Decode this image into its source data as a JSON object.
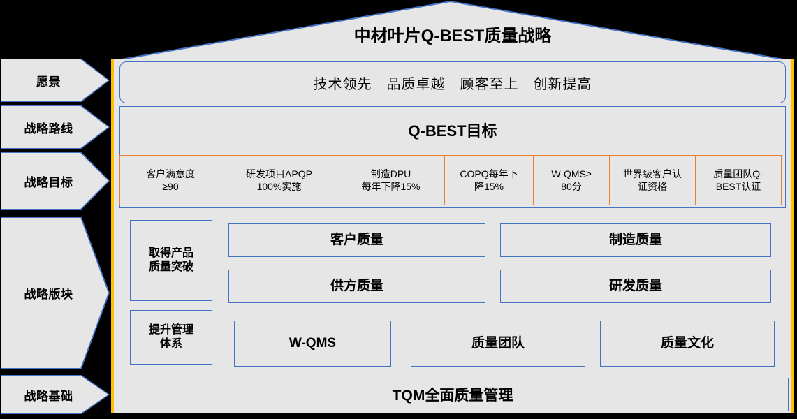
{
  "title": "中材叶片Q-BEST质量战略",
  "colors": {
    "panel_fill": "#E6E6E6",
    "blue_border": "#4472C4",
    "orange_border": "#ED7D31",
    "yellow_pillar": "#FFC000",
    "background": "#000000"
  },
  "rail": {
    "items": [
      {
        "label": "愿景"
      },
      {
        "label": "战略路线"
      },
      {
        "label": "战略目标"
      },
      {
        "label": "战略版块"
      },
      {
        "label": "战略基础"
      }
    ]
  },
  "vision": {
    "text": "技术领先　品质卓越　顾客至上　创新提高"
  },
  "goals": {
    "title": "Q-BEST目标",
    "cells": [
      {
        "label": "客户满意度\n≥90",
        "line1": "客户满意度",
        "line2": "≥90",
        "width": 146
      },
      {
        "label": "研发项目APQP 100%实施",
        "line1": "研发项目APQP",
        "line2": "100%实施",
        "width": 167
      },
      {
        "label": "制造DPU 每年下降15%",
        "line1": "制造DPU",
        "line2": "每年下降15%",
        "width": 155
      },
      {
        "label": "COPQ每年下降15%",
        "line1": "COPQ每年下",
        "line2": "降15%",
        "width": 128
      },
      {
        "label": "W-QMS≥80分",
        "line1": "W-QMS≥",
        "line2": "80分",
        "width": 110
      },
      {
        "label": "世界级客户认证资格",
        "line1": "世界级客户认",
        "line2": "证资格",
        "width": 124
      },
      {
        "label": "质量团队Q-BEST认证",
        "line1": "质量团队Q-",
        "line2": "BEST认证",
        "width": 124
      }
    ]
  },
  "blocks": {
    "row_top": {
      "side_label_line1": "取得产品",
      "side_label_line2": "质量突破",
      "cells": [
        {
          "label": "客户质量"
        },
        {
          "label": "制造质量"
        },
        {
          "label": "供方质量"
        },
        {
          "label": "研发质量"
        }
      ]
    },
    "row_bottom": {
      "side_label_line1": "提升管理",
      "side_label_line2": "体系",
      "cells": [
        {
          "label": "W-QMS"
        },
        {
          "label": "质量团队"
        },
        {
          "label": "质量文化"
        }
      ]
    }
  },
  "foundation": {
    "label": "TQM全面质量管理"
  }
}
